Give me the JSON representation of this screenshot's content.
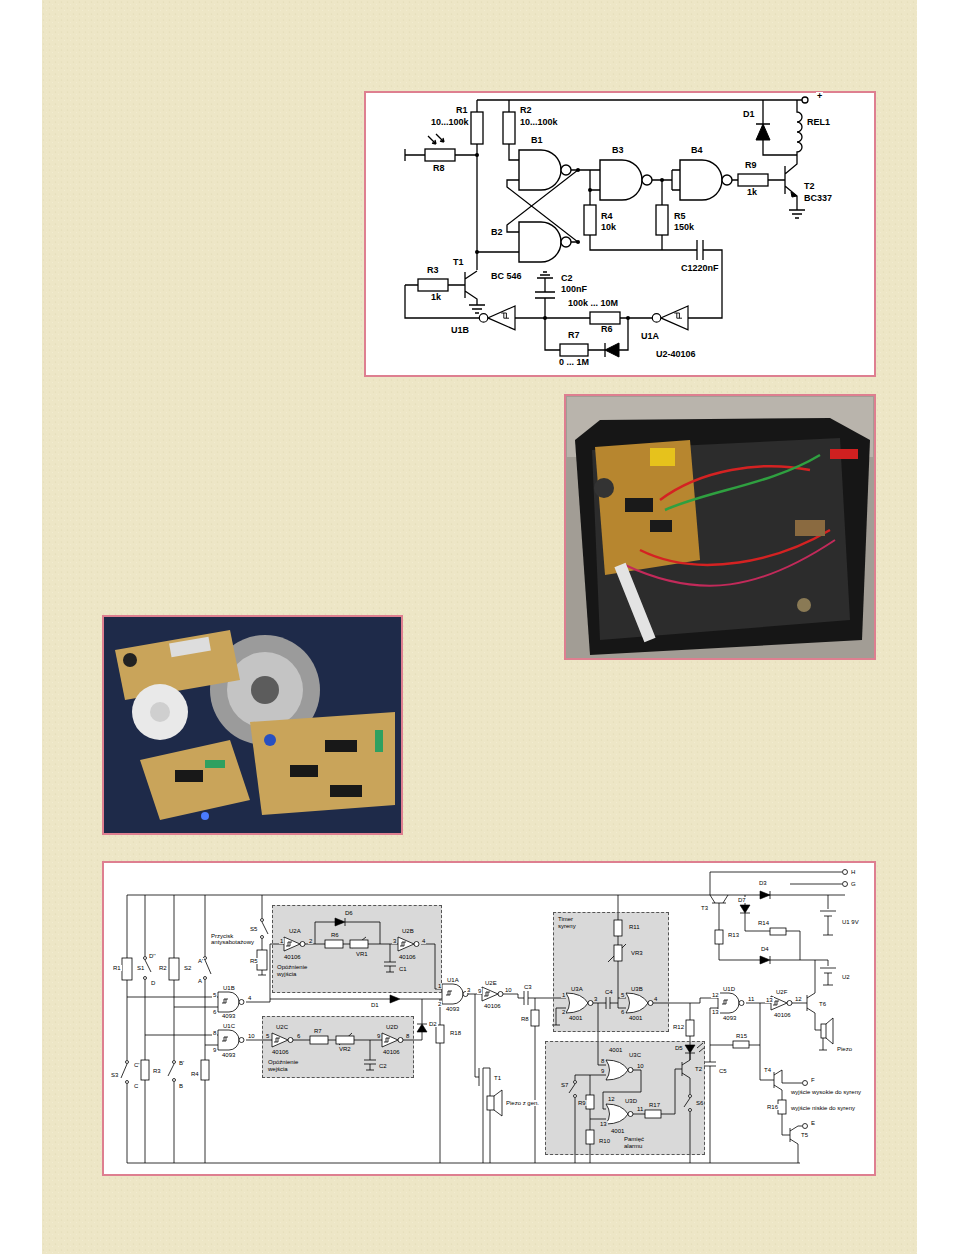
{
  "diagram": {
    "nodes": [
      {
        "text": [
          "Opóźnienie wyjścia"
        ]
      },
      {
        "text": [
          "Opóźnienie wejścia"
        ]
      },
      {
        "text": [
          "Timer syreny"
        ]
      },
      {
        "text": [
          "Pamięć alarmu"
        ]
      }
    ],
    "labels": [
      "+",
      "R1",
      "10...100k",
      "R2",
      "10...100k",
      "D1",
      "REL1",
      "B1",
      "B3",
      "B4",
      "R8",
      "R9",
      "1k",
      "T2",
      "BC337",
      "R4",
      "10k",
      "R5",
      "150k",
      "B2",
      "T1",
      "BC 546",
      "R3",
      "1k",
      "C2",
      "100nF",
      "C1220nF",
      "100k ... 10M",
      "R6",
      "U1A",
      "U1B",
      "R7",
      "0 ... 1M",
      "U2-40106",
      "H",
      "G",
      "D3",
      "T3",
      "D7",
      "R14",
      "U1 9V",
      "R13",
      "D4",
      "U2",
      "R11",
      "VR3",
      "Przycisk antysabotażowy",
      "S5",
      "R5",
      "U2A",
      "1",
      "2",
      "D6",
      "R6",
      "VR1",
      "U2B",
      "3",
      "4",
      "C1",
      "40106",
      "40106",
      "R1",
      "S1",
      "D''",
      "D",
      "R2",
      "S2",
      "A'",
      "A",
      "U1B",
      "5",
      "6",
      "4",
      "4093",
      "D1",
      "U1A",
      "1",
      "2",
      "3",
      "4093",
      "U2E",
      "9",
      "10",
      "40106",
      "C3",
      "R8",
      "U3A",
      "1",
      "2",
      "3",
      "4001",
      "C4",
      "U3B",
      "5",
      "6",
      "4",
      "4001",
      "R12",
      "U1D",
      "12",
      "13",
      "11",
      "4093",
      "U2F",
      "13",
      "12",
      "40106",
      "T6",
      "Piezo",
      "R15",
      "C5",
      "U1C",
      "8",
      "9",
      "10",
      "4093",
      "U2C",
      "5",
      "6",
      "R7",
      "VR2",
      "U2D",
      "9",
      "8",
      "40106",
      "40106",
      "C2",
      "D2",
      "R18",
      "S3",
      "C'",
      "C",
      "R3",
      "B'",
      "R4",
      "B",
      "T1",
      "Piezo z gen.",
      "S7",
      "R9",
      "R10",
      "4001",
      "U3C",
      "8",
      "9",
      "10",
      "12",
      "13",
      "11",
      "U3D",
      "4001",
      "R17",
      "D5",
      "T2",
      "S6",
      "T4",
      "R16",
      "T5",
      "F",
      "wyjście wysokie do syreny",
      "wyjście niskie do syreny",
      "E"
    ]
  }
}
